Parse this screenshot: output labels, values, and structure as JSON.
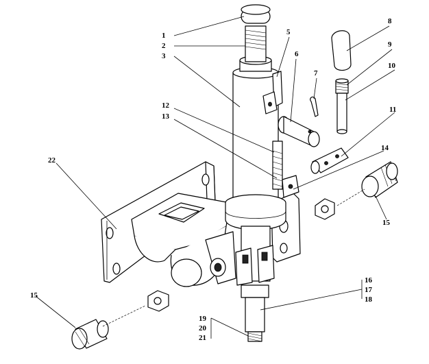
{
  "labels": {
    "l1": "1",
    "l2": "2",
    "l3": "3",
    "l5": "5",
    "l6": "6",
    "l7": "7",
    "l8": "8",
    "l9": "9",
    "l10": "10",
    "l11": "11",
    "l12": "12",
    "l13": "13",
    "l14": "14",
    "l15a": "15",
    "l15b": "15",
    "l16": "16",
    "l17": "17",
    "l18": "18",
    "l19": "19",
    "l20": "20",
    "l21": "21",
    "l22": "22"
  }
}
